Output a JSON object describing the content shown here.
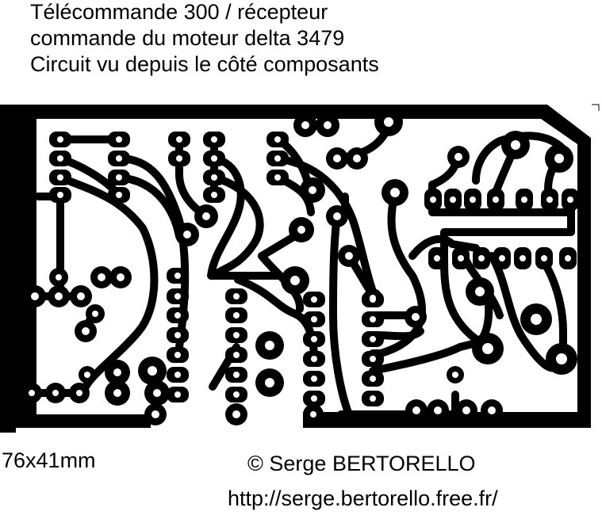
{
  "header": {
    "title_lines": [
      "Télécommande 300 / récepteur",
      "commande du moteur delta 3479",
      "Circuit vu depuis le côté composants"
    ]
  },
  "board": {
    "ink_color": "#000000",
    "background_color": "#ffffff"
  },
  "footer": {
    "dimensions": "76x41mm",
    "copyright": "© Serge BERTORELLO",
    "url": "http://serge.bertorello.free.fr/"
  }
}
